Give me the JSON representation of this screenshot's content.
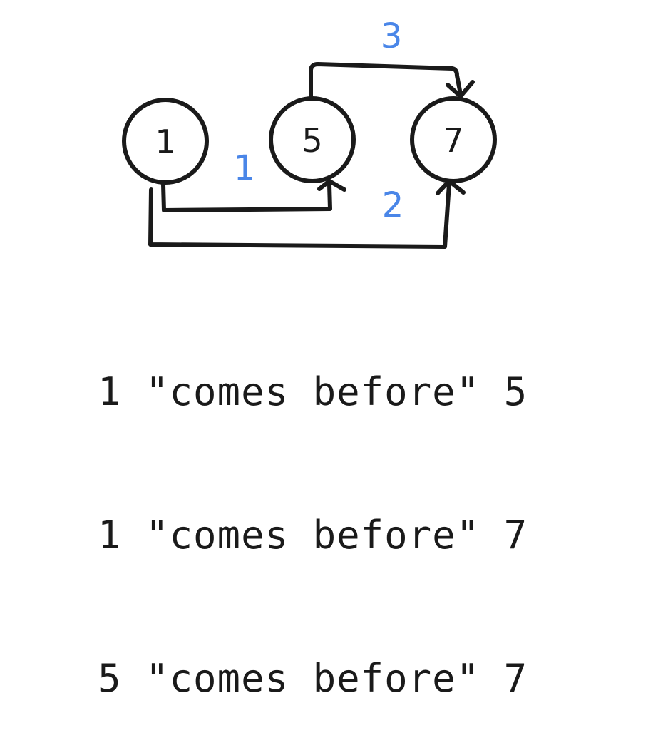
{
  "nodes": [
    {
      "id": "n1",
      "label": "1"
    },
    {
      "id": "n5",
      "label": "5"
    },
    {
      "id": "n7",
      "label": "7"
    }
  ],
  "edges": [
    {
      "id": "e1",
      "from": "1",
      "to": "5",
      "label": "1"
    },
    {
      "id": "e2",
      "from": "1",
      "to": "7",
      "label": "2"
    },
    {
      "id": "e3",
      "from": "5",
      "to": "7",
      "label": "3"
    }
  ],
  "statements": [
    "1 \"comes before\" 5",
    "1 \"comes before\" 7",
    "5 \"comes before\" 7"
  ],
  "colors": {
    "ink": "#1a1a1a",
    "edge_label": "#4a86e8",
    "background": "#ffffff"
  }
}
